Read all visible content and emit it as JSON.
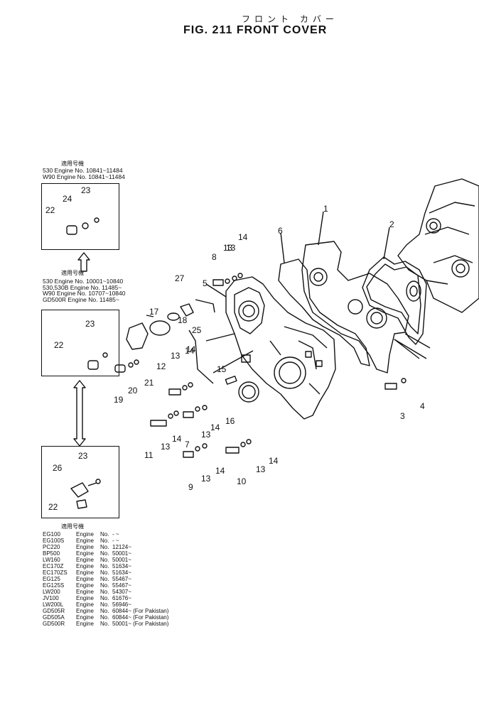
{
  "header": {
    "title_jp": "フロント カバー",
    "title": "FIG. 211  FRONT COVER"
  },
  "applicability_heading": "適用号機",
  "block1": [
    "530  Engine No. 10841~11484",
    "W90  Engine No. 10841~11484"
  ],
  "block2": [
    "530        Engine No. 10001~10840",
    "530,530B  Engine No. 11485~",
    "W90        Engine No. 10707~10840",
    "GD500R    Engine No. 11485~"
  ],
  "table": [
    {
      "model": "EG100",
      "engine": "Engine",
      "no": "No.",
      "range": "-   ~"
    },
    {
      "model": "EG100S",
      "engine": "Engine",
      "no": "No.",
      "range": "-   ~"
    },
    {
      "model": "PC220",
      "engine": "Engine",
      "no": "No.",
      "range": "12124~"
    },
    {
      "model": "BP500",
      "engine": "Engine",
      "no": "No.",
      "range": "50001~"
    },
    {
      "model": "LW160",
      "engine": "Engine",
      "no": "No.",
      "range": "50001~"
    },
    {
      "model": "EC170Z",
      "engine": "Engine",
      "no": "No.",
      "range": "51634~"
    },
    {
      "model": "EC170ZS",
      "engine": "Engine",
      "no": "No.",
      "range": "51634~"
    },
    {
      "model": "EG125",
      "engine": "Engine",
      "no": "No.",
      "range": "55467~"
    },
    {
      "model": "EG125S",
      "engine": "Engine",
      "no": "No.",
      "range": "55467~"
    },
    {
      "model": "LW200",
      "engine": "Engine",
      "no": "No.",
      "range": "54307~"
    },
    {
      "model": "JV100",
      "engine": "Engine",
      "no": "No.",
      "range": "61676~"
    },
    {
      "model": "LW200L",
      "engine": "Engine",
      "no": "No.",
      "range": "56946~"
    },
    {
      "model": "GD505R",
      "engine": "Engine",
      "no": "No.",
      "range": "60844~ (For  Pakistan)"
    },
    {
      "model": "GD505A",
      "engine": "Engine",
      "no": "No.",
      "range": "60844~ (For  Pakistan)"
    },
    {
      "model": "GD500R",
      "engine": "Engine",
      "no": "No.",
      "range": "50001~ (For  Pakistan)"
    }
  ],
  "callouts": [
    "1",
    "2",
    "3",
    "4",
    "5",
    "6",
    "7",
    "8",
    "9",
    "10",
    "11",
    "12",
    "13",
    "14",
    "15",
    "16",
    "17",
    "18",
    "19",
    "20",
    "21",
    "22",
    "23",
    "24",
    "25",
    "26",
    "27"
  ]
}
